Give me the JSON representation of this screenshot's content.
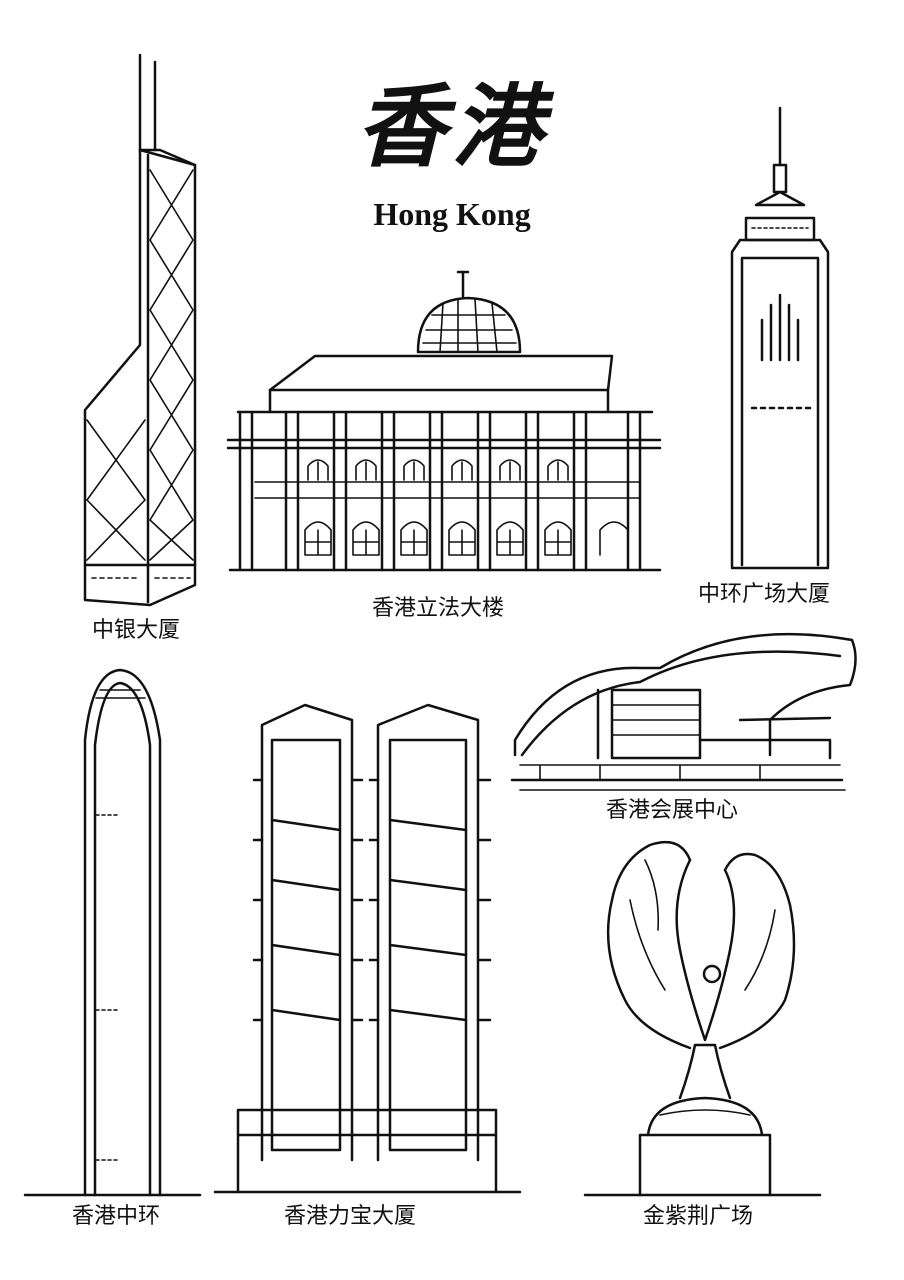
{
  "title": {
    "chinese": "香港",
    "english": "Hong Kong"
  },
  "landmarks": [
    {
      "id": "bank-of-china",
      "caption": "中银大厦"
    },
    {
      "id": "legco",
      "caption": "香港立法大楼"
    },
    {
      "id": "central-plaza",
      "caption": "中环广场大厦"
    },
    {
      "id": "ifc",
      "caption": "香港中环"
    },
    {
      "id": "lippo",
      "caption": "香港力宝大厦"
    },
    {
      "id": "convention-centre",
      "caption": "香港会展中心"
    },
    {
      "id": "golden-bauhinia",
      "caption": "金紫荆广场"
    }
  ],
  "colors": {
    "ink": "#111111",
    "background": "#ffffff"
  }
}
